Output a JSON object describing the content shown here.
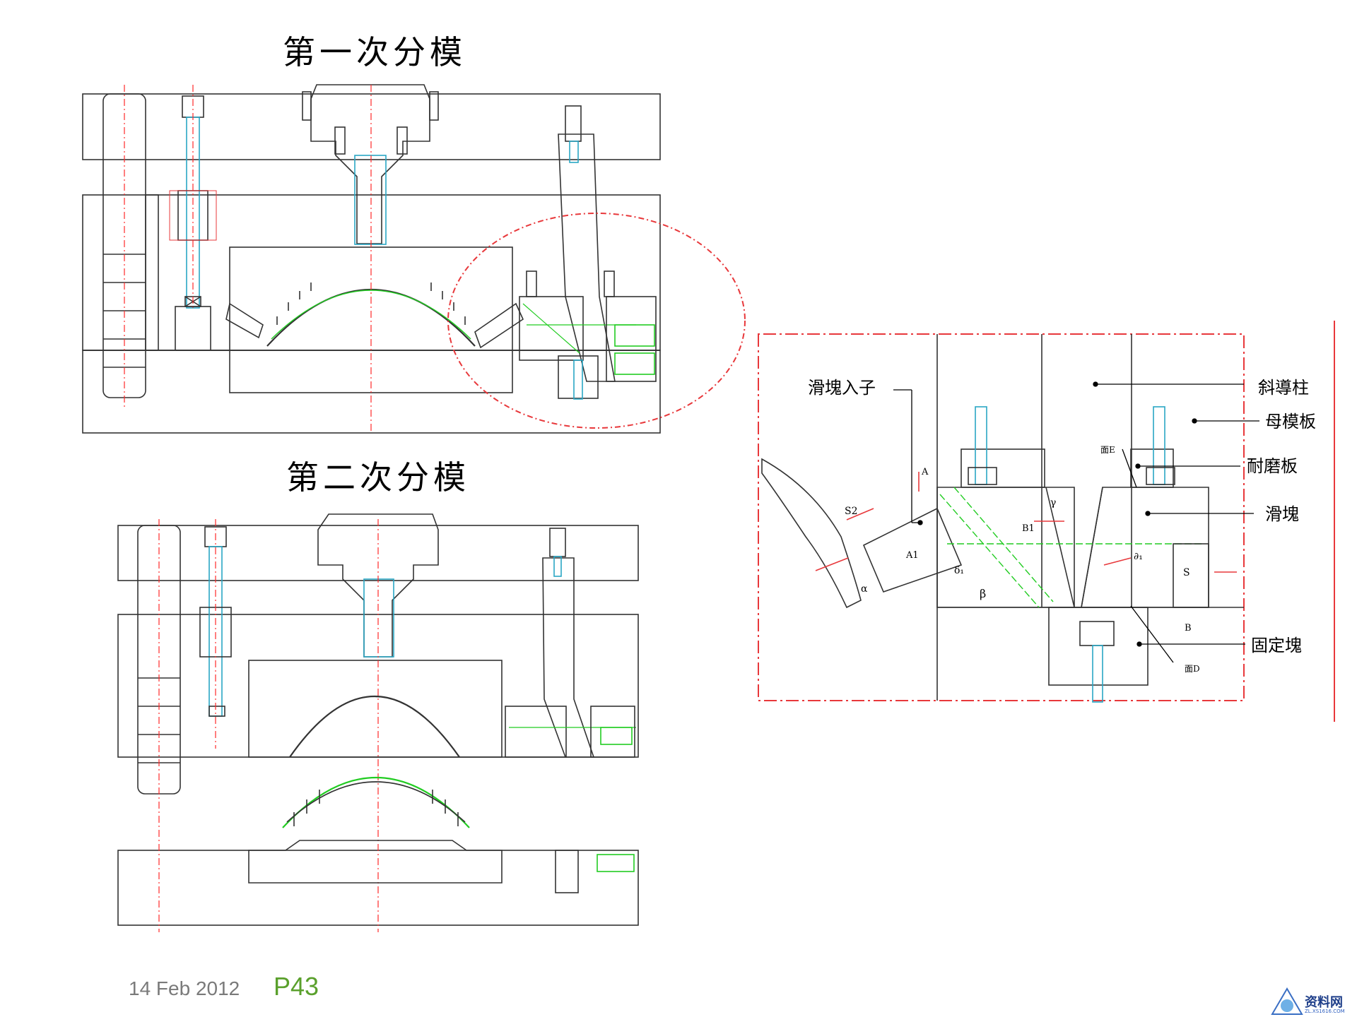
{
  "titles": {
    "first_split": "第一次分模",
    "second_split": "第二次分模"
  },
  "detail_labels": {
    "slider_insert": "滑塊入子",
    "guide_pin": "斜導柱",
    "a_plate": "母模板",
    "wear_plate": "耐磨板",
    "slider": "滑塊",
    "fixed_block": "固定塊",
    "face_e": "面E",
    "face_d": "面D"
  },
  "dimension_labels": {
    "s2": "S2",
    "a": "A",
    "a1": "A1",
    "delta1": "δ₁",
    "alpha": "α",
    "beta": "β",
    "b1": "B1",
    "gamma": "γ",
    "delta2": "∂₁",
    "s": "S",
    "b": "B"
  },
  "footer": {
    "date": "14 Feb 2012",
    "page": "P43"
  },
  "watermark": {
    "text": "资料网",
    "url": "ZL.XS1616.COM"
  },
  "colors": {
    "line": "#333333",
    "center": "#ff2a2a",
    "cyan": "#2aa6c4",
    "green": "#22cc22",
    "frame_red": "#e8383b",
    "footer_green": "#5aa02c"
  }
}
